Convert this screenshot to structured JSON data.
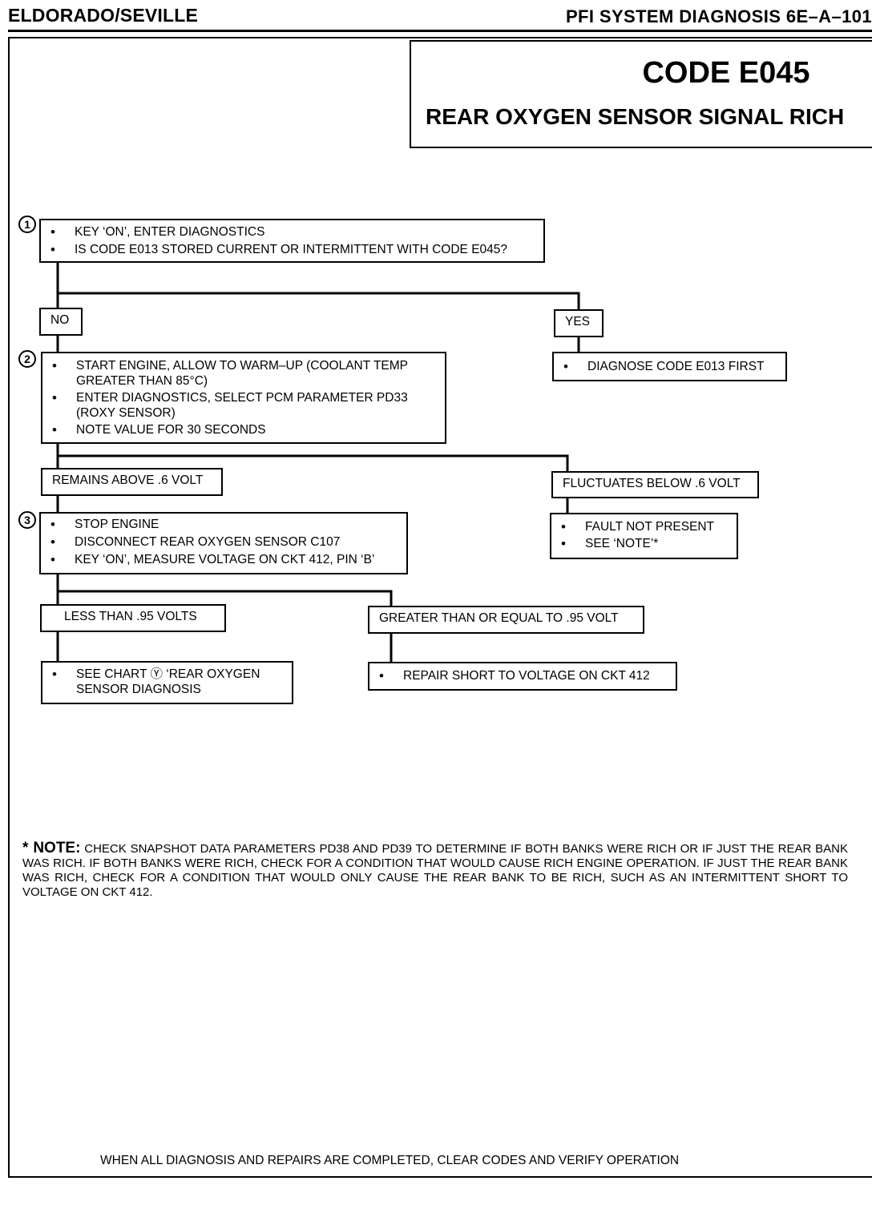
{
  "header": {
    "left": "ELDORADO/SEVILLE",
    "right": "PFI SYSTEM DIAGNOSIS  6E–A–101"
  },
  "title": {
    "code": "CODE E045",
    "subtitle": "REAR OXYGEN SENSOR SIGNAL RICH"
  },
  "steps": [
    "1",
    "2",
    "3"
  ],
  "box1": {
    "items": [
      "KEY ‘ON’, ENTER DIAGNOSTICS",
      "IS CODE E013 STORED CURRENT OR INTERMITTENT WITH CODE E045?"
    ]
  },
  "labels": {
    "no": "NO",
    "yes": "YES",
    "remains_above": "REMAINS ABOVE .6 VOLT",
    "fluctuates_below": "FLUCTUATES BELOW .6 VOLT",
    "less_than": "LESS THAN .95 VOLTS",
    "greater_equal": "GREATER THAN OR EQUAL TO .95 VOLT"
  },
  "box_yes": {
    "items": [
      "DIAGNOSE CODE E013 FIRST"
    ]
  },
  "box2": {
    "items": [
      "START ENGINE, ALLOW TO WARM–UP (COOLANT TEMP GREATER THAN 85°C)",
      "ENTER DIAGNOSTICS, SELECT PCM PARAMETER PD33 (ROXY SENSOR)",
      "NOTE VALUE FOR 30 SECONDS"
    ]
  },
  "box_fault": {
    "items": [
      "FAULT NOT  PRESENT",
      "SEE ‘NOTE’*"
    ]
  },
  "box3": {
    "items": [
      "STOP ENGINE",
      "DISCONNECT REAR OXYGEN SENSOR C107",
      "KEY ‘ON’, MEASURE VOLTAGE ON CKT 412, PIN ‘B’"
    ]
  },
  "box_chart": {
    "items": [
      "SEE CHART Ⓨ ‘REAR  OXYGEN SENSOR DIAGNOSIS"
    ]
  },
  "box_repair": {
    "items": [
      "REPAIR SHORT TO VOLTAGE ON CKT 412"
    ]
  },
  "note": {
    "label": "* NOTE:",
    "text": "CHECK SNAPSHOT DATA PARAMETERS PD38 AND PD39 TO DETERMINE IF BOTH BANKS WERE RICH OR IF JUST THE REAR BANK WAS RICH. IF BOTH BANKS WERE RICH, CHECK FOR A CONDITION THAT WOULD CAUSE RICH ENGINE OPERATION. IF JUST THE REAR BANK WAS RICH, CHECK FOR A CONDITION THAT WOULD ONLY CAUSE THE REAR BANK TO BE RICH, SUCH AS AN INTERMITTENT SHORT TO VOLTAGE ON CKT 412."
  },
  "footer": "WHEN ALL DIAGNOSIS AND REPAIRS ARE COMPLETED, CLEAR CODES AND VERIFY OPERATION"
}
